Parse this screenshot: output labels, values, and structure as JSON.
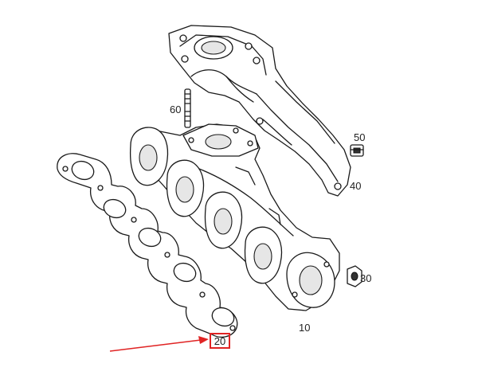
{
  "diagram": {
    "callouts": [
      {
        "id": "10",
        "text": "10"
      },
      {
        "id": "20",
        "text": "20",
        "highlighted": true
      },
      {
        "id": "30",
        "text": "30"
      },
      {
        "id": "40",
        "text": "40"
      },
      {
        "id": "50",
        "text": "50"
      },
      {
        "id": "60",
        "text": "60"
      }
    ],
    "colors": {
      "highlight": "#e02424",
      "line": "#1a1a1a",
      "shade": "#e6e6e6"
    }
  }
}
